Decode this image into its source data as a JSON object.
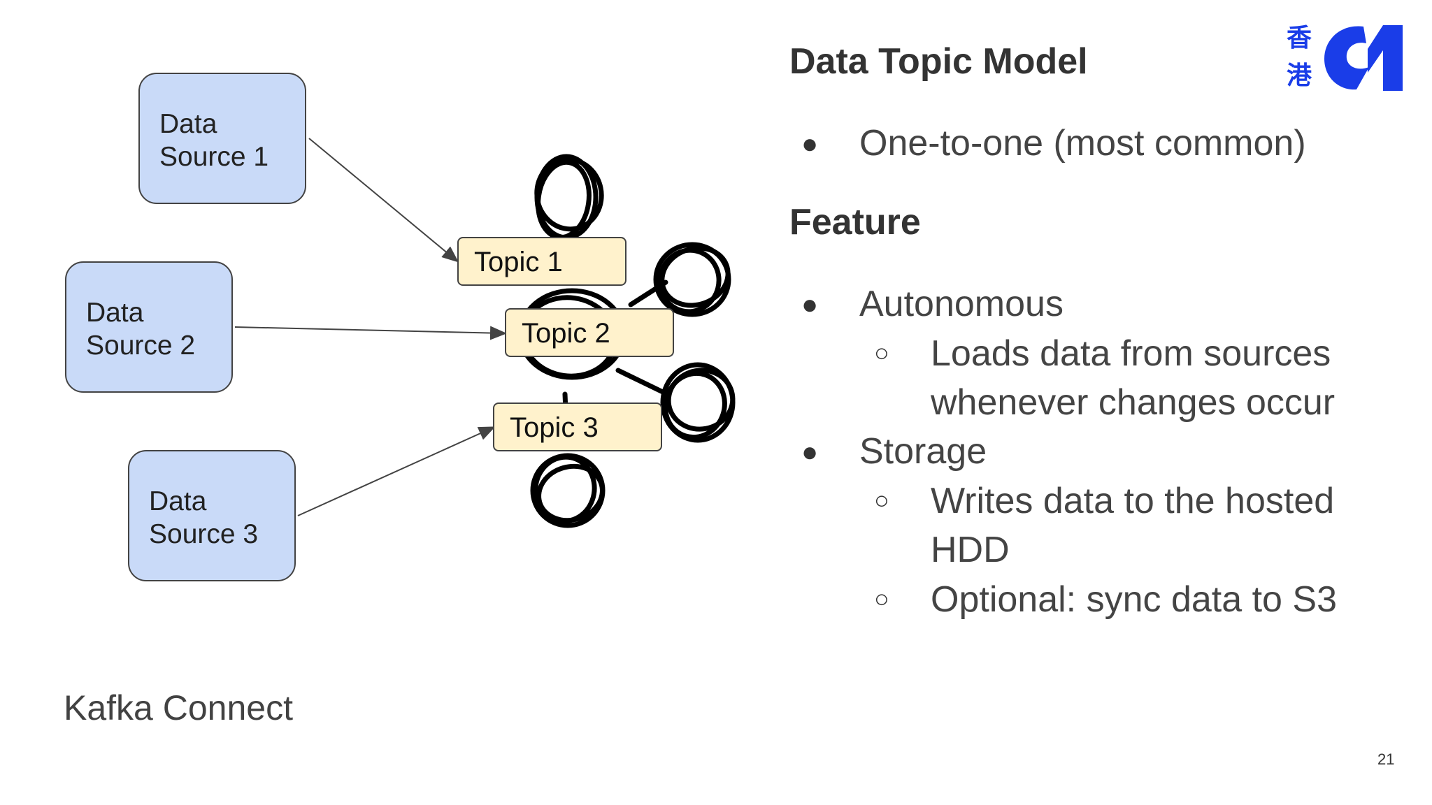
{
  "diagram": {
    "sources": [
      "Data\nSource 1",
      "Data\nSource 2",
      "Data\nSource 3"
    ],
    "source_lines": [
      [
        "Data",
        "Source 1"
      ],
      [
        "Data",
        "Source 2"
      ],
      [
        "Data",
        "Source 3"
      ]
    ],
    "topics": [
      "Topic 1",
      "Topic 2",
      "Topic 3"
    ],
    "caption": "Kafka Connect"
  },
  "content": {
    "title": "Data Topic Model",
    "model_bullet": "One-to-one (most common)",
    "feature_heading": "Feature",
    "features": [
      {
        "label": "Autonomous",
        "sub": [
          "Loads data from sources whenever changes occur"
        ]
      },
      {
        "label": "Storage",
        "sub": [
          "Writes data to the hosted HDD",
          "Optional: sync data to S3"
        ]
      }
    ]
  },
  "logo": {
    "chars": [
      "香",
      "港"
    ],
    "brand_color": "#1a3de8"
  },
  "page_number": "21"
}
